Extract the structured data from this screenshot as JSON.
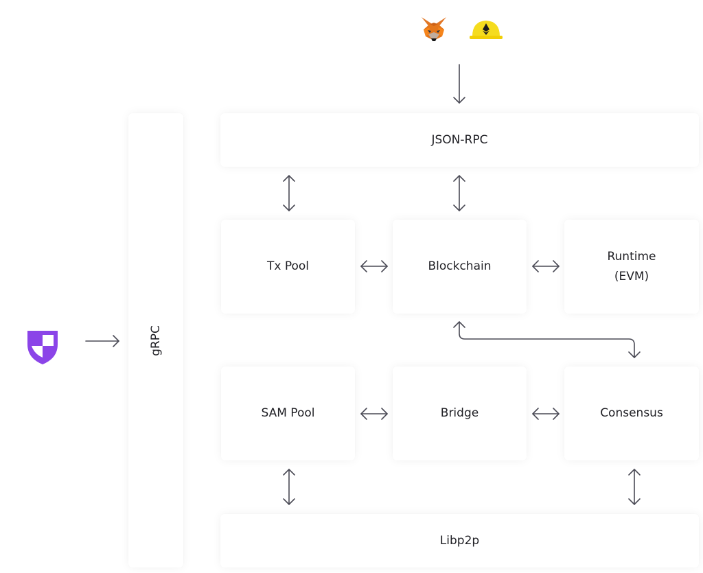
{
  "nodes": {
    "json_rpc": "JSON-RPC",
    "grpc": "gRPC",
    "tx_pool": "Tx Pool",
    "blockchain": "Blockchain",
    "runtime_line1": "Runtime",
    "runtime_line2": "(EVM)",
    "sam_pool": "SAM Pool",
    "bridge": "Bridge",
    "consensus": "Consensus",
    "libp2p": "Libp2p"
  },
  "icons": {
    "client_left": "metamask-fox-icon",
    "client_right": "hardhat-ethereum-icon",
    "external_client": "shield-icon"
  },
  "colors": {
    "arrow": "#4a4a55",
    "shield": "#8b44e8",
    "hardhat": "#f5dc1e",
    "fox": "#e2761b"
  }
}
